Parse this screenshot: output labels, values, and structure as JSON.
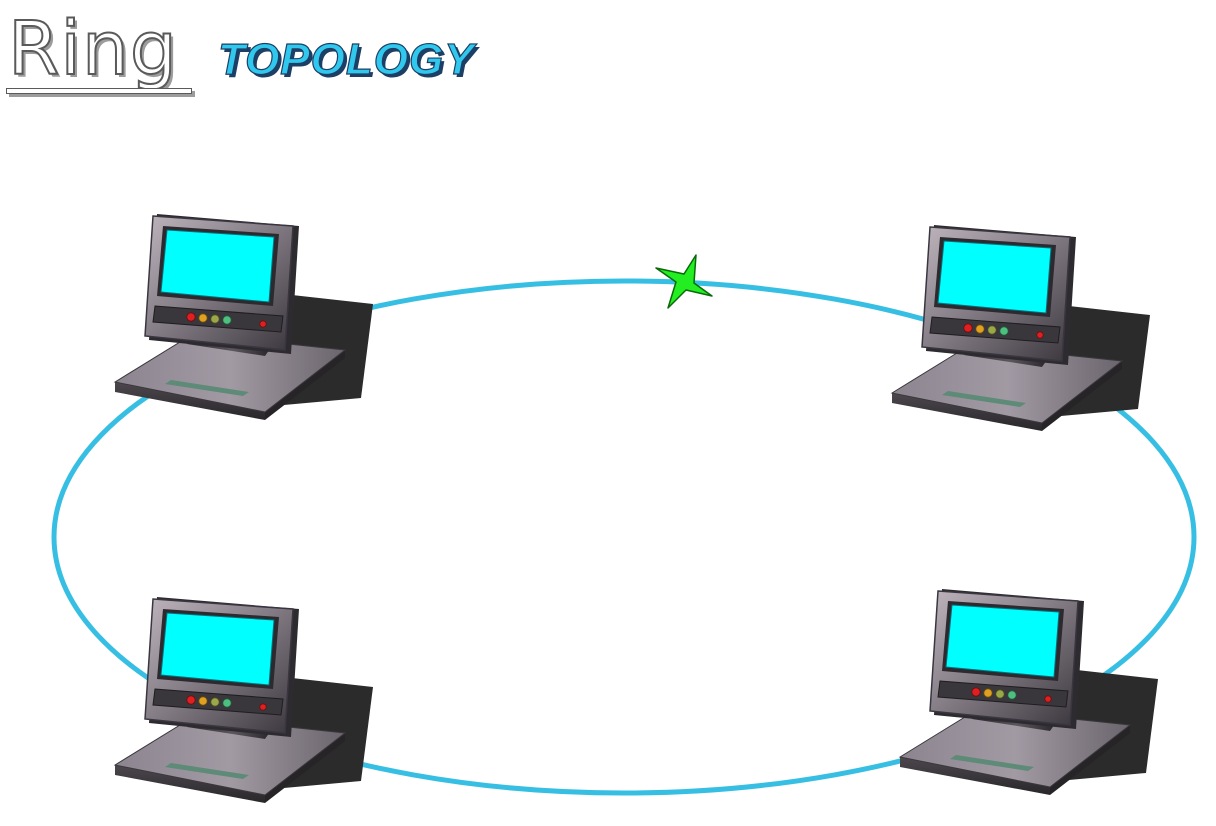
{
  "title": {
    "word1": "Ring",
    "word2": "TOPOLOGY"
  },
  "colors": {
    "ring_cable": "#37bfe3",
    "screen": "#00ffff",
    "token": "#22ee22",
    "title_accent": "#31c8ee"
  },
  "nodes": [
    {
      "id": "computer-top-left",
      "icon": "computer-icon"
    },
    {
      "id": "computer-top-right",
      "icon": "computer-icon"
    },
    {
      "id": "computer-bottom-left",
      "icon": "computer-icon"
    },
    {
      "id": "computer-bottom-right",
      "icon": "computer-icon"
    }
  ],
  "token": {
    "icon": "data-token-icon"
  }
}
